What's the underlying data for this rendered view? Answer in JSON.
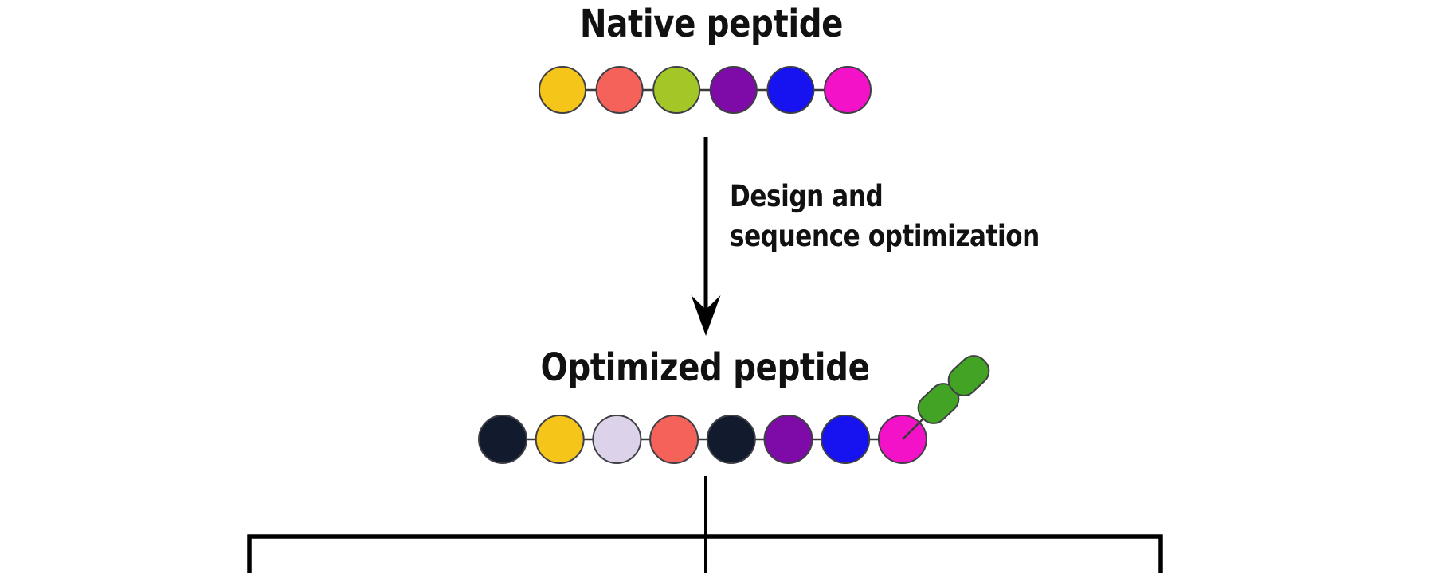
{
  "figure": {
    "background": "#ffffff",
    "native_peptide": {
      "title": "Native peptide",
      "residues": [
        "gold",
        "salmon",
        "yellow_green",
        "purple",
        "blue",
        "magenta"
      ]
    },
    "transformation": {
      "label_line1": "Design and",
      "label_line2": "sequence optimization"
    },
    "optimized_peptide": {
      "title": "Optimized peptide",
      "residues": [
        "navy",
        "gold",
        "lavender",
        "salmon",
        "navy",
        "purple",
        "blue",
        "magenta"
      ],
      "tail_residues": [
        "green",
        "green"
      ]
    },
    "palette": {
      "gold": "#F5C51A",
      "salmon": "#F4625A",
      "yellow_green": "#A4C728",
      "purple": "#7E0BA8",
      "blue": "#1613F0",
      "magenta": "#F312C7",
      "navy": "#121B2E",
      "lavender": "#DCD3EA",
      "green": "#43A324"
    },
    "residue_stroke_color": "#3F3F46",
    "connector_color": "#3A3A3A",
    "arrow_color": "#000000",
    "bracket_color": "#000000"
  }
}
